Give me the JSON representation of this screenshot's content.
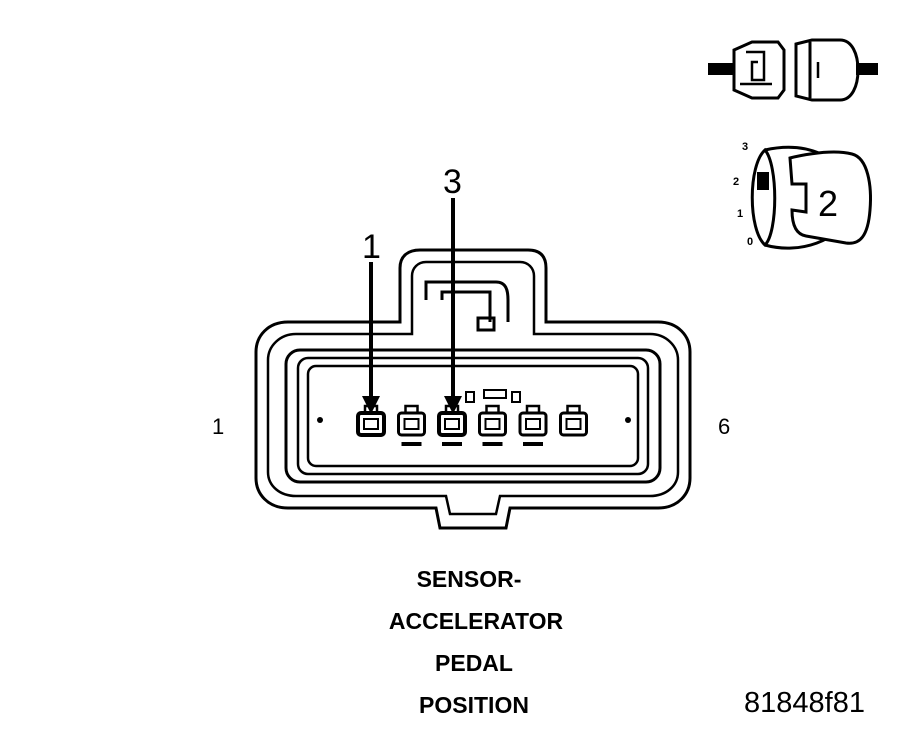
{
  "callouts": {
    "pin_a": "1",
    "pin_b": "3"
  },
  "connector": {
    "end_left": "1",
    "end_right": "6",
    "cavity_count": 6,
    "callout_pins": [
      1,
      3
    ]
  },
  "title_lines": [
    "SENSOR-",
    "ACCELERATOR",
    "PEDAL",
    "POSITION"
  ],
  "figure_id": "81848f81",
  "view_key": {
    "scale": [
      "3",
      "2",
      "1",
      "0"
    ],
    "selected_view": "2"
  },
  "colors": {
    "ink": "#000000",
    "paper": "#ffffff"
  }
}
